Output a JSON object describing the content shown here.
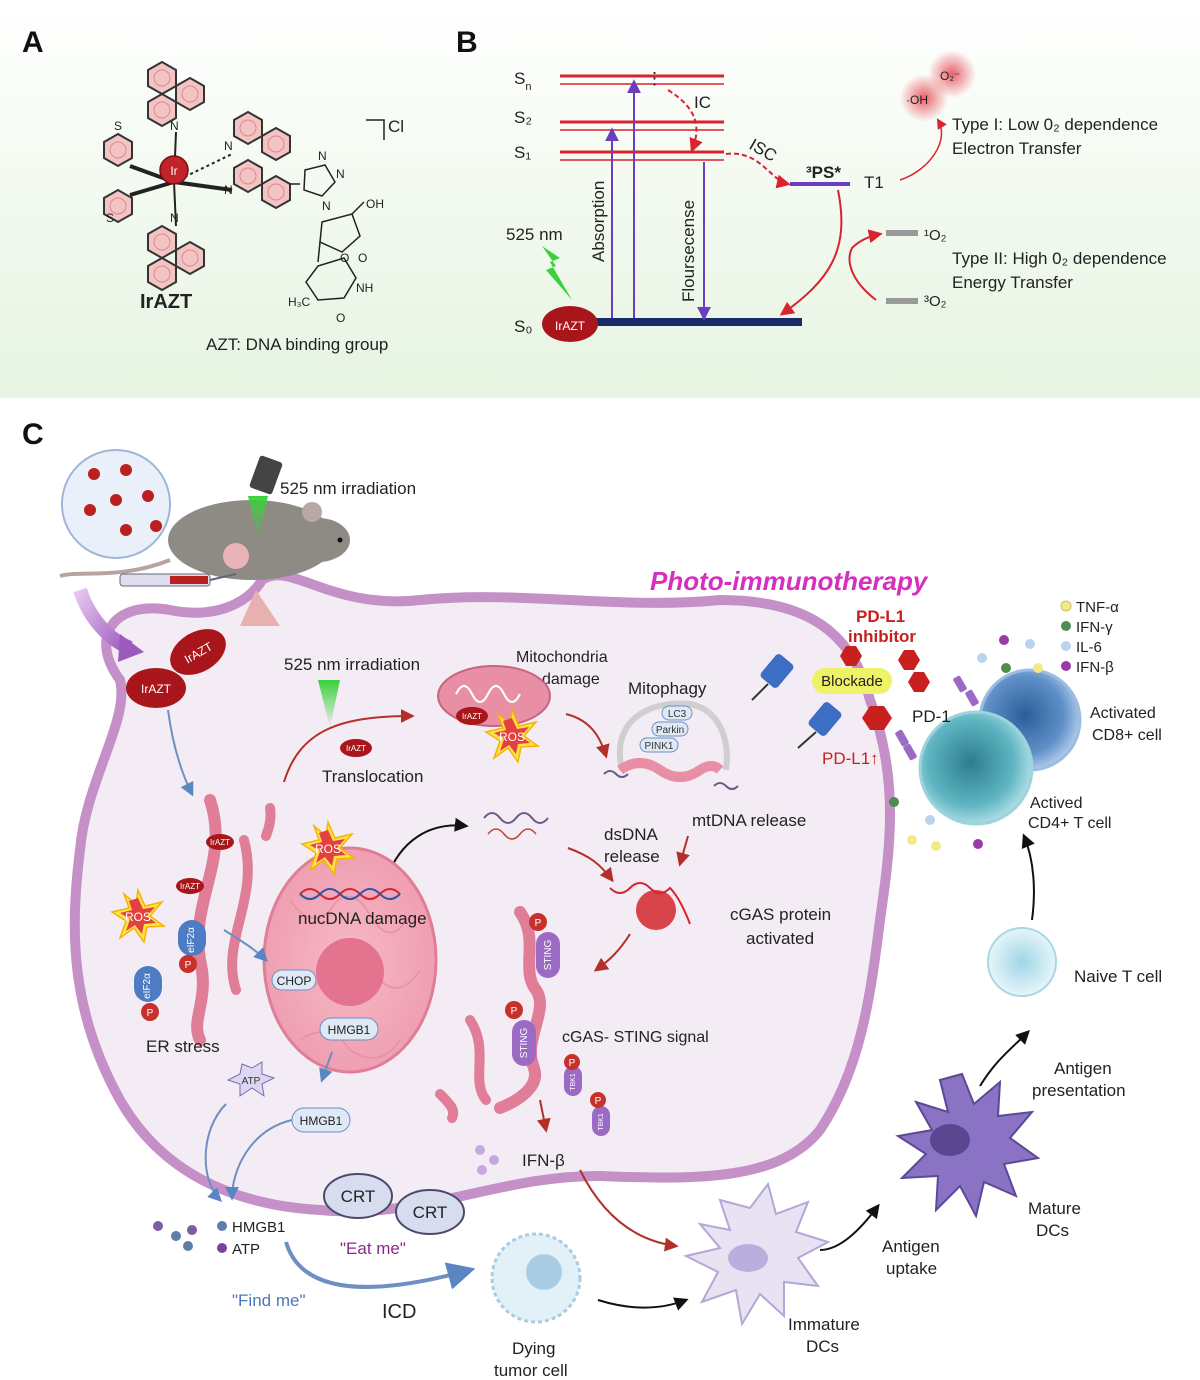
{
  "panel_a": {
    "letter": "A",
    "compound": "IrAZT",
    "metal": "Ir",
    "counter_ion": "Cl",
    "caption": "AZT: DNA binding group",
    "atoms": {
      "s": "S",
      "n": "N",
      "oh": "OH",
      "o": "O",
      "nh": "NH",
      "methyl": "H₃C"
    }
  },
  "panel_b": {
    "letter": "B",
    "levels": {
      "sn": "S",
      "sn_sub": "n",
      "s2": "S₂",
      "s1": "S₁",
      "s0": "S₀"
    },
    "ic": "IC",
    "isc": "ISC",
    "wavelength": "525 nm",
    "absorption": "Absorption",
    "fluorescence": "Floursecense",
    "ps": "³PS*",
    "t1": "T1",
    "molecule": "IrAZT",
    "oh_radical": "·OH",
    "superoxide": "O₂⁻",
    "singlet_o2": "¹O₂",
    "triplet_o2": "³O₂",
    "type1_line1": "Type I: Low 0₂ dependence",
    "type1_line2": "Electron Transfer",
    "type2_line1": "Type II: High 0₂ dependence",
    "type2_line2": "Energy Transfer"
  },
  "panel_c": {
    "letter": "C",
    "title": "Photo-immunotherapy",
    "irradiation_top": "525 nm irradiation",
    "irradiation_cell": "525 nm irradiation",
    "irazt": "IrAZT",
    "translocation": "Translocation",
    "mito_damage_1": "Mitochondria",
    "mito_damage_2": "damage",
    "mitophagy": "Mitophagy",
    "lc3": "LC3",
    "parkin": "Parkin",
    "pink1": "PINK1",
    "ros": "ROS",
    "mtdna": "mtDNA release",
    "dsdna_1": "dsDNA",
    "dsdna_2": "release",
    "cgas_1": "cGAS protein",
    "cgas_2": "activated",
    "nucdna": "nucDNA damage",
    "sting": "STING",
    "tbk1": "TBK1",
    "p": "P",
    "eif2a": "eIF2α",
    "cgas_sting": "cGAS- STING signal",
    "ifnb_release": "IFN-β",
    "er_stress": "ER stress",
    "chop": "CHOP",
    "hmgb1": "HMGB1",
    "atp": "ATP",
    "crt": "CRT",
    "eat_me": "\"Eat me\"",
    "find_me": "\"Find me\"",
    "icd": "ICD",
    "legend_hmgb1": "HMGB1",
    "legend_atp": "ATP",
    "dying_1": "Dying",
    "dying_2": "tumor cell",
    "immature_1": "Immature",
    "immature_2": "DCs",
    "uptake_1": "Antigen",
    "uptake_2": "uptake",
    "mature_1": "Mature",
    "mature_2": "DCs",
    "presentation_1": "Antigen",
    "presentation_2": "presentation",
    "naive": "Naive T cell",
    "cd4_1": "Actived",
    "cd4_2": "CD4+ T cell",
    "cd8_1": "Activated",
    "cd8_2": "CD8+ cell",
    "pd1": "PD-1",
    "pdl1_up": "PD-L1↑",
    "inhibitor_1": "PD-L1",
    "inhibitor_2": "inhibitor",
    "blockade": "Blockade",
    "cytokines": [
      "TNF-α",
      "IFN-γ",
      "IL-6",
      "IFN-β"
    ]
  },
  "colors": {
    "panel_ab_bg": "#e8f5e4",
    "cell_fill": "#f4ecf5",
    "cell_outline": "#c58fc7",
    "title_magenta": "#d62fbf",
    "drug_red": "#a8161b",
    "level_red": "#d9232e",
    "level_purple": "#6a3fbf",
    "ground_navy": "#1b2a6b",
    "ros_yellow": "#ffe14d",
    "dc_purple": "#8a72c4",
    "tcell_teal": "#3f9aa8",
    "find_me_blue": "#4a78c0",
    "eat_me_purple": "#8b2a8e",
    "pdl1_red": "#c8201f",
    "cytokine_tnfa": "#f2ea86",
    "cytokine_ifng": "#4f8c4f",
    "cytokine_il6": "#b9d3ee",
    "cytokine_ifnb": "#9a3aa6"
  }
}
